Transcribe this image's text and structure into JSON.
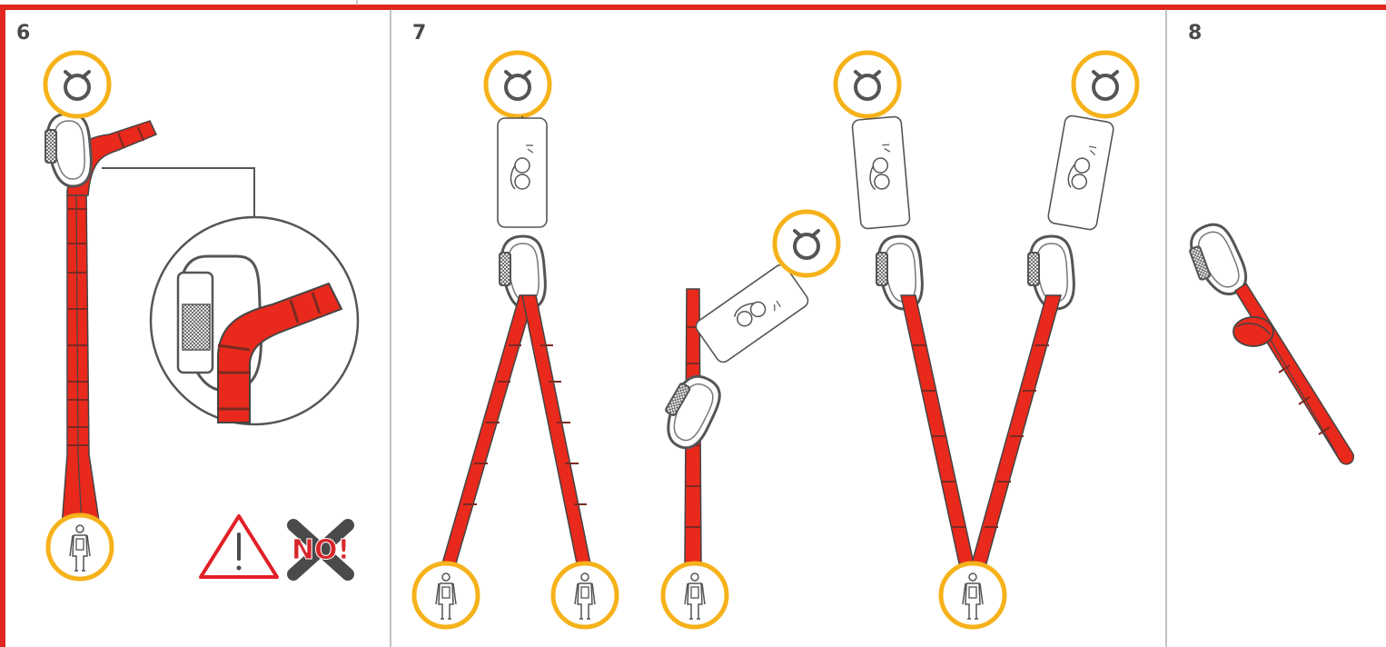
{
  "panels": [
    {
      "label": "6"
    },
    {
      "label": "7"
    },
    {
      "label": "8"
    }
  ],
  "warning": {
    "no_label": "NO!",
    "no_color": "#d7262a",
    "cross_color": "#4a4a4a",
    "triangle_color": "#e11f26"
  },
  "colors": {
    "frame": "#e1261f",
    "sling": "#e8291c",
    "sling_stripe": "#7a2a22",
    "anchor_ring": "#f6b21a",
    "outline": "#5a5a5a",
    "divider": "#9a9a9a"
  },
  "icons": {
    "anchor": "anchor-icon",
    "harness_person": "harness-person-icon",
    "carabiner": "carabiner-icon",
    "energy_absorber": "energy-absorber-icon",
    "warning": "warning-icon"
  }
}
